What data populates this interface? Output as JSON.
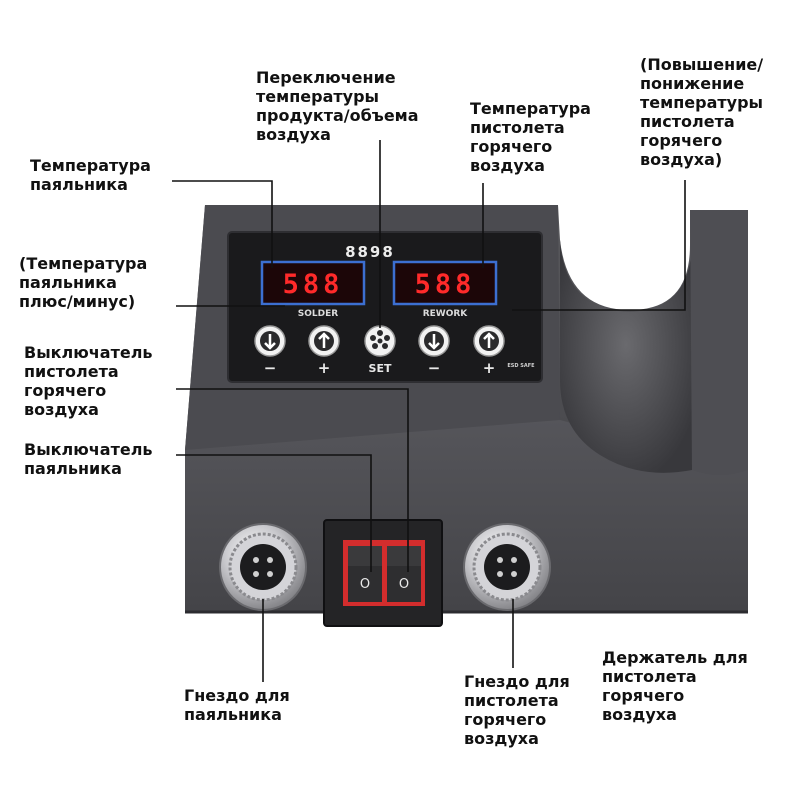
{
  "device": {
    "model": "8898",
    "solder_display": "588",
    "rework_display": "588",
    "solder_label": "SOLDER",
    "rework_label": "REWORK",
    "minus_solder": "−",
    "plus_solder": "+",
    "set_label": "SET",
    "minus_rework": "−",
    "plus_rework": "+",
    "esd_label": "ESD SAFE",
    "switch_mark_left": "O",
    "switch_mark_right": "O",
    "display_color": "#ff2a2a",
    "display_border_color": "#3c6fd1",
    "body_color": "#4a4a4e"
  },
  "labels": {
    "iron_temp": "Температура\nпаяльника",
    "switch_temp": "Переключение\nтемпературы\nпродукта/объема\nвоздуха",
    "gun_temp": "Температура\nпистолета\nгорячего\nвоздуха",
    "gun_up_down": "(Повышение/\nпонижение\nтемпературы\nпистолета\nгорячего\nвоздуха)",
    "iron_plus_minus": "(Температура\nпаяльника\nплюс/минус)",
    "gun_switch": "Выключатель\nпистолета\nгорячего\nвоздуха",
    "iron_switch": "Выключатель\nпаяльника",
    "iron_socket": "Гнездо для\nпаяльника",
    "gun_socket": "Гнездо для\nпистолета\nгорячего\nвоздуха",
    "gun_holder": "Держатель для\nпистолета\nгорячего\nвоздуха"
  }
}
